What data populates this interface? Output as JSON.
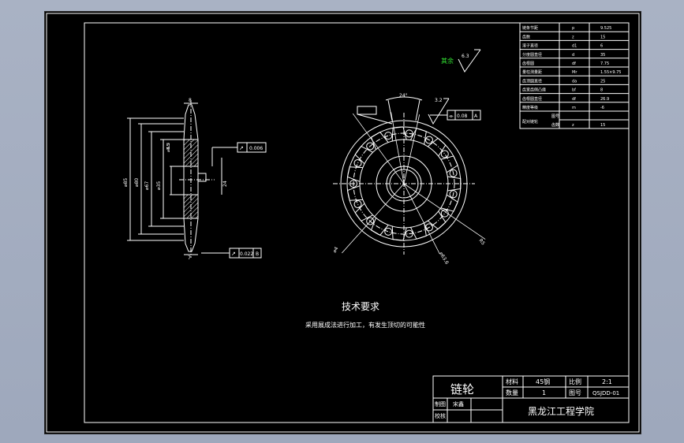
{
  "surface_text": {
    "title": "技术要求",
    "requirement": "采用展成法进行加工，有发生顶切的可能性"
  },
  "annotations": {
    "surface_mark_label": "其余",
    "surface_mark_value": "6.3",
    "roughness_right": "3.2",
    "angle": "24°",
    "dim_left_1": "⌀85",
    "dim_left_2": "⌀80",
    "dim_left_3": "⌀67",
    "dim_left_4": "⌀35",
    "dim_left_5": "⌀8.5",
    "dim_top": "8",
    "dim_bottom": "7",
    "dim_small": "6.3",
    "dim_key": "24",
    "tol_runout_top": "0.006",
    "tol_runout_bottom": "0.022",
    "tol_right": "0.08",
    "ref_A": "A",
    "ref_B": "B",
    "dim_r1": "⌀4",
    "dim_r2": "⌀63.6",
    "dim_r3": "R5"
  },
  "param_table": {
    "rows": [
      {
        "name": "链条节距",
        "sym": "p",
        "val": "9.525"
      },
      {
        "name": "齿数",
        "sym": "z",
        "val": "15"
      },
      {
        "name": "滚子直径",
        "sym": "d1",
        "val": "6"
      },
      {
        "name": "分度圆直径",
        "sym": "d",
        "val": "35"
      },
      {
        "name": "齿根圆",
        "sym": "df",
        "val": "7.75"
      },
      {
        "name": "量柱测量距",
        "sym": "Mr",
        "val": "1.55×9.75"
      },
      {
        "name": "齿顶圆直径",
        "sym": "da",
        "val": "25"
      },
      {
        "name": "齿宽齿侧凸缘",
        "sym": "bf",
        "val": "8"
      },
      {
        "name": "齿根圆直径",
        "sym": "df",
        "val": "26.9"
      },
      {
        "name": "精度等级",
        "sym": "m",
        "val": "-6"
      }
    ],
    "last_row": {
      "label": "配对链轮",
      "sub1": "图号",
      "sub2": "齿数",
      "sym": "z",
      "val": "15"
    }
  },
  "title_block": {
    "part_name": "链轮",
    "material_label": "材料",
    "material_value": "45钢",
    "scale_label": "比例",
    "scale_value": "2:1",
    "qty_label": "数量",
    "qty_value": "1",
    "drawing_no_label": "图号",
    "drawing_no_value": "QSJDD-01",
    "drafter_label": "制图",
    "drafter_name": "宋鑫",
    "checker_label": "校核",
    "school": "黑龙江工程学院"
  }
}
